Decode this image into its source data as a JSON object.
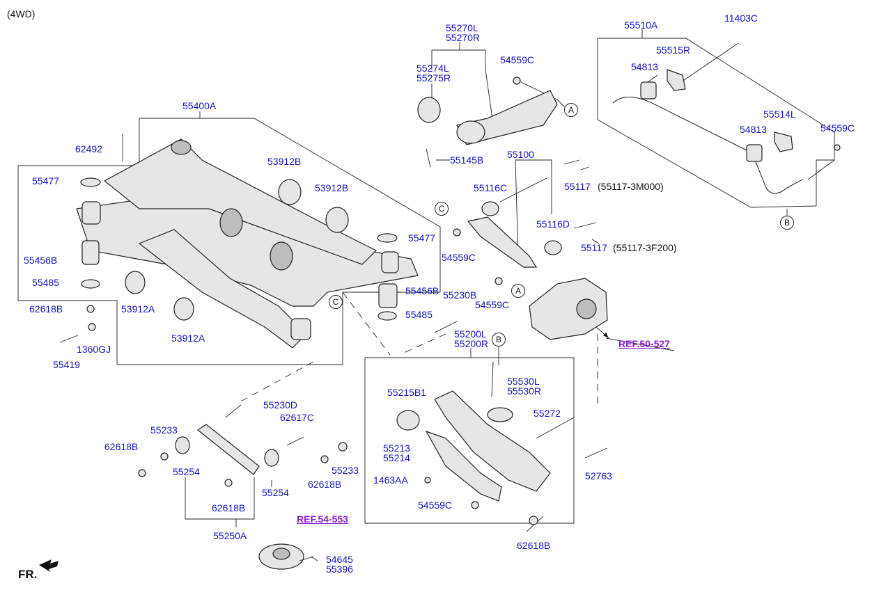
{
  "header": {
    "variant": "(4WD)"
  },
  "footer": {
    "direction": "FR."
  },
  "refs": {
    "ref_50_527": "REF.50-527",
    "ref_54_553": "REF.54-553"
  },
  "circles": {
    "a": "A",
    "b": "B",
    "c": "C"
  },
  "labels": {
    "p55270": [
      "55270L",
      "55270R"
    ],
    "p55274": [
      "55274L",
      "55275R"
    ],
    "p54559c_top": "54559C",
    "p55145b": "55145B",
    "p55510a": "55510A",
    "p11403c": "11403C",
    "p55515r": "55515R",
    "p54813_a": "54813",
    "p55514l": "55514L",
    "p54813_b": "54813",
    "p54559c_right": "54559C",
    "p55400a": "55400A",
    "p62492": "62492",
    "p55477_l": "55477",
    "p55477_r": "55477",
    "p53912b_1": "53912B",
    "p53912b_2": "53912B",
    "p55456b_l": "55456B",
    "p55456b_r": "55456B",
    "p55485_l": "55485",
    "p55485_r": "55485",
    "p62618b_1": "62618B",
    "p53912a_1": "53912A",
    "p53912a_2": "53912A",
    "p1360gj": "1360GJ",
    "p55419": "55419",
    "p55100": "55100",
    "p55116c": "55116C",
    "p55117_a": "55117",
    "p55117_a_note": "(55117-3M000)",
    "p55116d": "55116D",
    "p55117_b": "55117",
    "p55117_b_note": "(55117-3F200)",
    "p54559c_mid1": "54559C",
    "p54559c_mid2": "54559C",
    "p55230b": "55230B",
    "p55200": [
      "55200L",
      "55200R"
    ],
    "p55530": [
      "55530L",
      "55530R"
    ],
    "p55215b1": "55215B1",
    "p55272": "55272",
    "p55213": [
      "55213",
      "55214"
    ],
    "p1463aa": "1463AA",
    "p54559c_low": "54559C",
    "p52763": "52763",
    "p62618b_r": "62618B",
    "p55230d": "55230D",
    "p55233_a": "55233",
    "p62617c": "62617C",
    "p62618b_2": "62618B",
    "p55254_a": "55254",
    "p62618b_3": "62618B",
    "p55254_b": "55254",
    "p55250a": "55250A",
    "p55233_b": "55233",
    "p62618b_4": "62618B",
    "p54645": [
      "54645",
      "55396"
    ]
  }
}
